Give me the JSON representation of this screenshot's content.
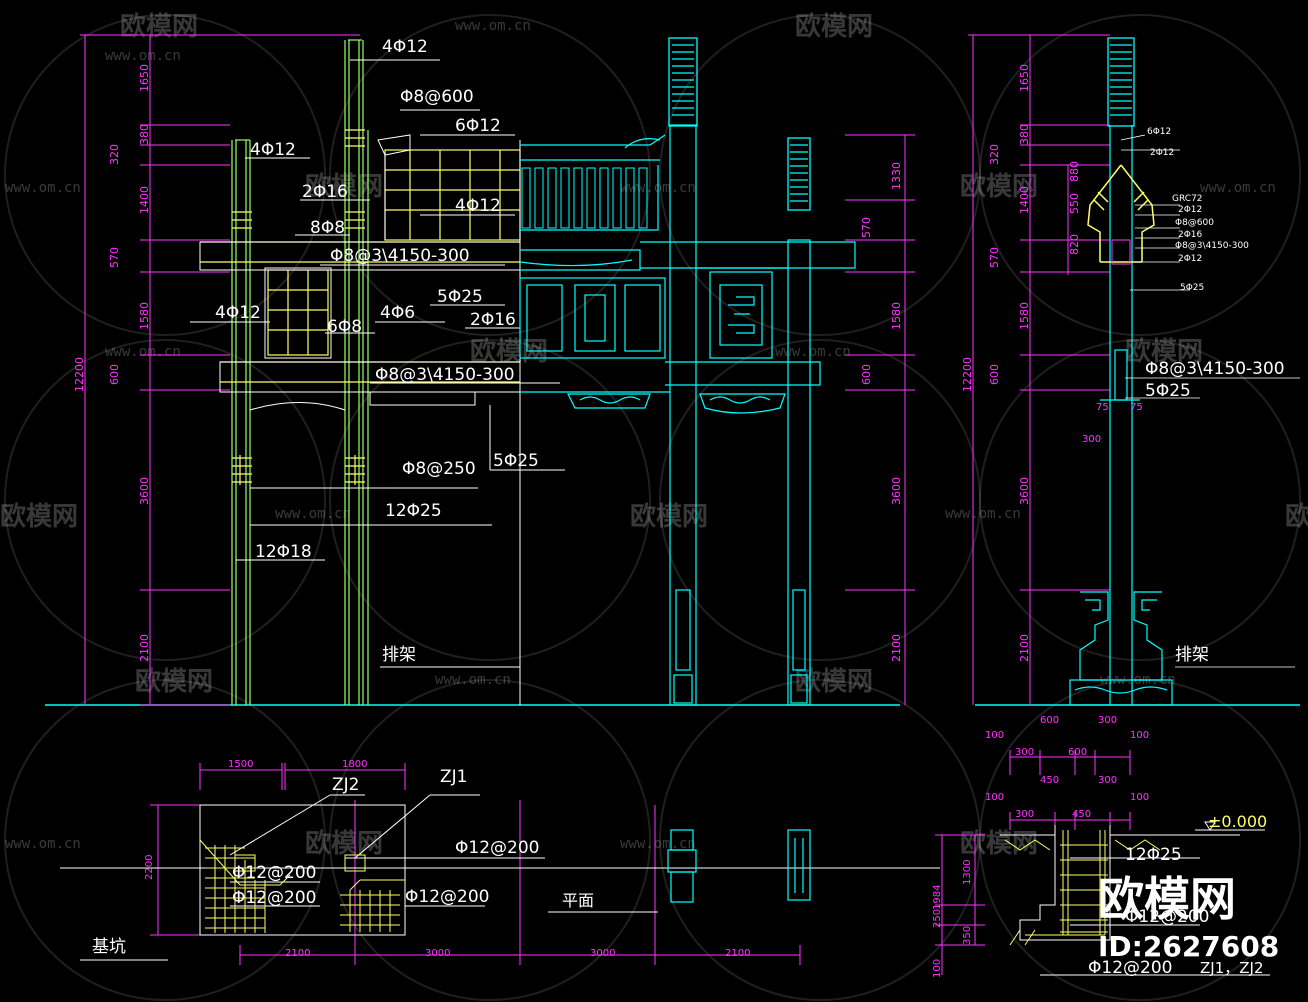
{
  "colors": {
    "background": "#000000",
    "structure": "#00ffff",
    "rebar": "#ffffff",
    "dimension": "#ff33ff",
    "yellow_line": "#ffff66",
    "green_line": "#99ff66"
  },
  "watermark": {
    "brand": "欧模网",
    "url": "www.om.cn",
    "icon": "sofa-logo-icon"
  },
  "brand_label": "欧模网",
  "id_label": "ID:2627608",
  "front_elevation": {
    "rebar_labels": [
      "4Φ12",
      "Φ8@600",
      "6Φ12",
      "4Φ12",
      "2Φ16",
      "4Φ12",
      "8Φ8",
      "Φ8@3\\4150-300",
      "5Φ25",
      "4Φ12",
      "4Φ6",
      "6Φ8",
      "2Φ16",
      "Φ8@3\\4150-300",
      "5Φ25",
      "Φ8@250",
      "12Φ25",
      "12Φ18"
    ],
    "section_label": "排架",
    "left_dims": [
      "1650",
      "380",
      "320",
      "1400",
      "570",
      "1580",
      "600",
      "3600",
      "2100"
    ],
    "total_height": "12200",
    "right_dims": [
      "1330",
      "570",
      "1580",
      "600",
      "3600",
      "2100"
    ]
  },
  "side_elevation": {
    "left_dims": [
      "1650",
      "380",
      "320",
      "1400",
      "570",
      "1580",
      "600",
      "3600",
      "2100"
    ],
    "total_height": "12200",
    "small_labels": [
      "6Φ12",
      "2Φ12",
      "GRC72",
      "2Φ12",
      "Φ8@600",
      "2Φ16",
      "Φ8@3\\4150-300",
      "2Φ12",
      "5Φ25"
    ],
    "small_dims": [
      "880",
      "550",
      "820"
    ],
    "rebar_labels": [
      "Φ8@3\\4150-300",
      "5Φ25"
    ],
    "mid_dims": [
      "75",
      "75",
      "300"
    ],
    "section_label": "排架",
    "bottom_dims": [
      "600",
      "300"
    ]
  },
  "foundation_plan": {
    "label_pit": "基坑",
    "top_dims": [
      "1500",
      "1800"
    ],
    "left_dim": "2200",
    "bottom_dims": [
      "2100",
      "3000",
      "3000",
      "2100"
    ],
    "zj1": "ZJ1",
    "zj2": "ZJ2",
    "rebar_labels": [
      "Φ12@200",
      "Φ12@200",
      "Φ12@200",
      "Φ12@200"
    ],
    "plan_label": "平面"
  },
  "footing_section": {
    "top_dims": [
      "100",
      "300",
      "600",
      "450",
      "300",
      "100",
      "100",
      "300",
      "450",
      "100"
    ],
    "level": "±0.000",
    "rebar_labels": [
      "12Φ25",
      "Φ12@200",
      "Φ12@200"
    ],
    "left_dims": [
      "1984",
      "1300",
      "250",
      "350",
      "100"
    ],
    "title": "ZJ1，ZJ2"
  }
}
